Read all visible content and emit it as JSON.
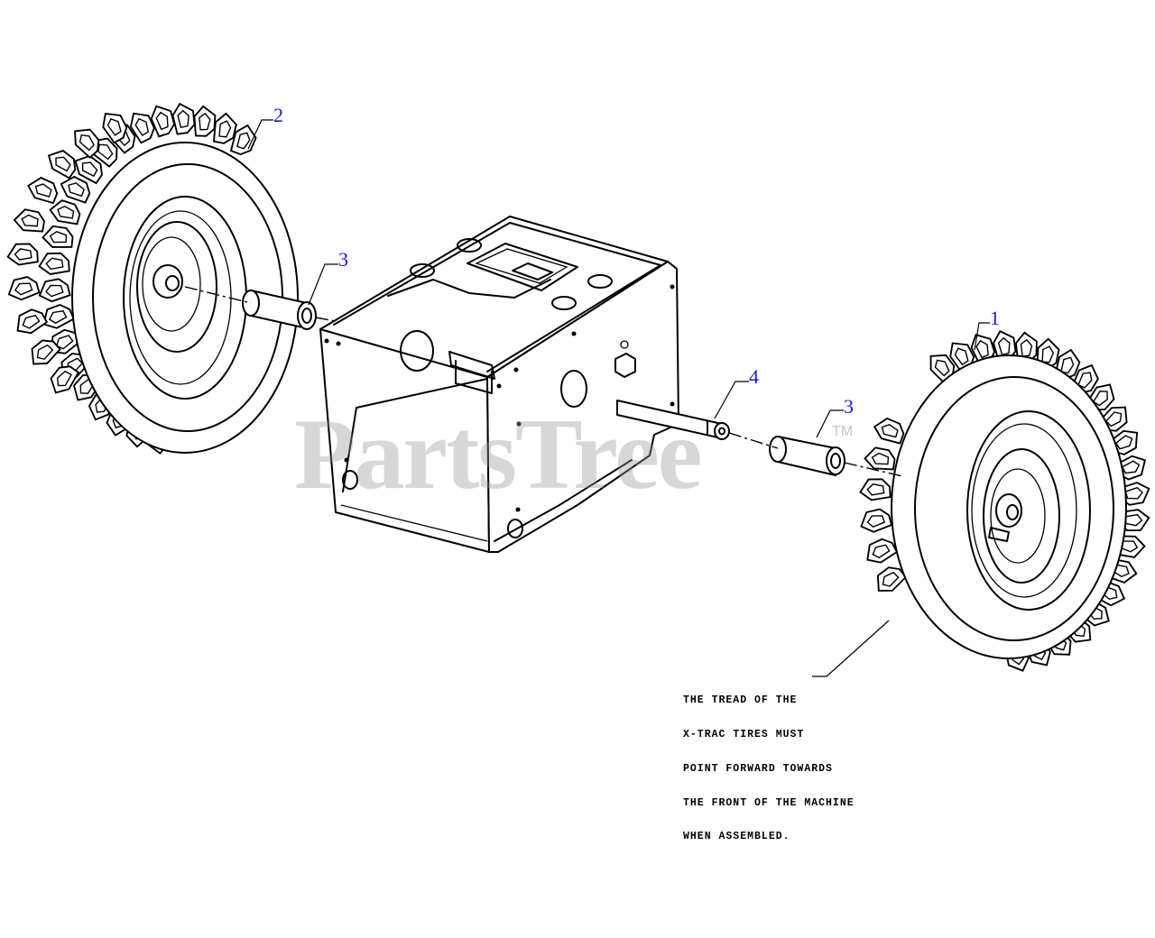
{
  "diagram": {
    "callouts": [
      {
        "id": "callout-2",
        "label": "2"
      },
      {
        "id": "callout-3-left",
        "label": "3"
      },
      {
        "id": "callout-1",
        "label": "1"
      },
      {
        "id": "callout-4",
        "label": "4"
      },
      {
        "id": "callout-3-right",
        "label": "3"
      }
    ],
    "note_lines": [
      "THE TREAD OF THE",
      "X-TRAC TIRES MUST",
      "POINT FORWARD TOWARDS",
      "THE FRONT OF THE MACHINE",
      "WHEN ASSEMBLED."
    ],
    "watermark": {
      "text": "PartsTree",
      "tm": "TM"
    },
    "colors": {
      "callout": "#1a1ad8",
      "watermark": "#969696",
      "line": "#000000"
    }
  }
}
